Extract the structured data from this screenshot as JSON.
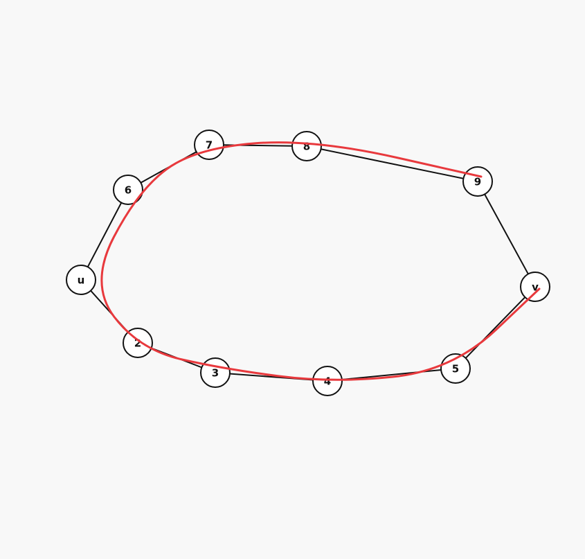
{
  "diagram": {
    "colors": {
      "background": "#f8f8f8",
      "node_stroke": "#111111",
      "node_fill": "#ffffff",
      "edge": "#111111",
      "highlight": "#e8393d"
    },
    "nodes": [
      {
        "id": "u",
        "label": "u"
      },
      {
        "id": "2",
        "label": "2"
      },
      {
        "id": "3",
        "label": "3"
      },
      {
        "id": "4",
        "label": "4"
      },
      {
        "id": "5",
        "label": "5"
      },
      {
        "id": "v",
        "label": "v"
      },
      {
        "id": "9",
        "label": "9"
      },
      {
        "id": "8",
        "label": "8"
      },
      {
        "id": "7",
        "label": "7"
      },
      {
        "id": "6",
        "label": "6"
      }
    ],
    "edges": [
      [
        "u",
        "2"
      ],
      [
        "2",
        "3"
      ],
      [
        "3",
        "4"
      ],
      [
        "4",
        "5"
      ],
      [
        "5",
        "v"
      ],
      [
        "v",
        "9"
      ],
      [
        "9",
        "8"
      ],
      [
        "8",
        "7"
      ],
      [
        "7",
        "6"
      ],
      [
        "6",
        "u"
      ]
    ],
    "highlighted_path": [
      "9",
      "8",
      "7",
      "6",
      "u",
      "2",
      "3",
      "4",
      "5",
      "v"
    ]
  }
}
